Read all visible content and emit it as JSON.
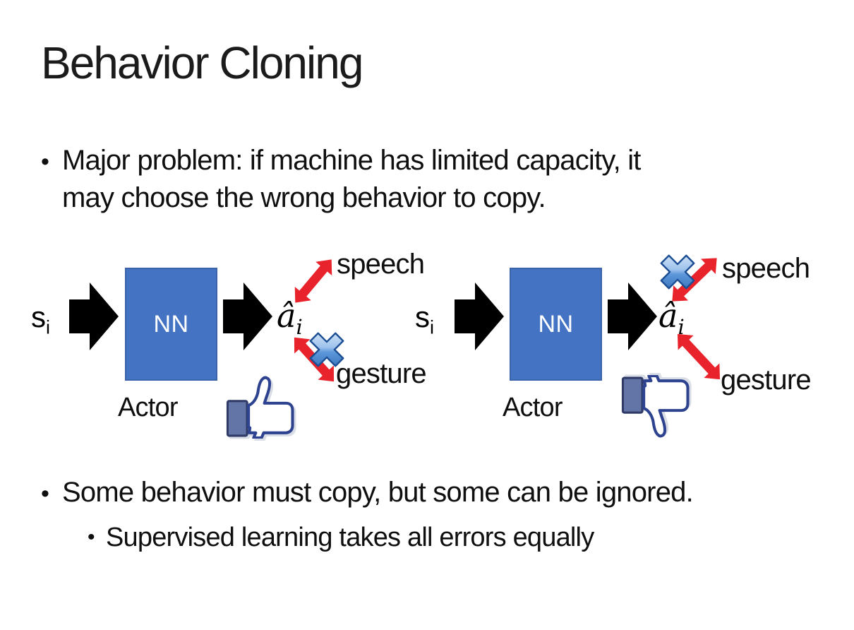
{
  "slide": {
    "title": "Behavior Cloning",
    "bullet_char": "•",
    "bullets": {
      "major_line1": "Major problem: if machine has limited capacity, it",
      "major_line2": "may choose the wrong behavior to copy.",
      "ignore": "Some behavior must copy, but some can be ignored.",
      "supervised": "Supervised learning takes all errors equally"
    }
  },
  "diagram": {
    "labels": {
      "state": "s",
      "state_sub": "i",
      "nn": "NN",
      "actor": "Actor",
      "action": "â",
      "action_sub": "i",
      "speech": "speech",
      "gesture": "gesture"
    },
    "left": {
      "crossed_out": "gesture",
      "feedback_icon": "thumbs-up"
    },
    "right": {
      "crossed_out": "speech",
      "feedback_icon": "thumbs-down"
    }
  },
  "colors": {
    "nn_fill": "#4573C4",
    "nn_border": "#3A63A9",
    "arrow_black": "#000000",
    "arrow_red": "#E8232B",
    "cross_g1": "#E9F2FC",
    "cross_g2": "#9FC3EC",
    "cross_g3": "#5C97DA",
    "cross_g4": "#2D63AC",
    "cross_stroke": "#1C4E94",
    "thumb_cuff": "#6375A6",
    "thumb_cuff_stroke": "#2F3B66",
    "thumb_hand": "#FFFFFF",
    "thumb_stroke": "#2E4390",
    "text": "#0F0F0F"
  }
}
